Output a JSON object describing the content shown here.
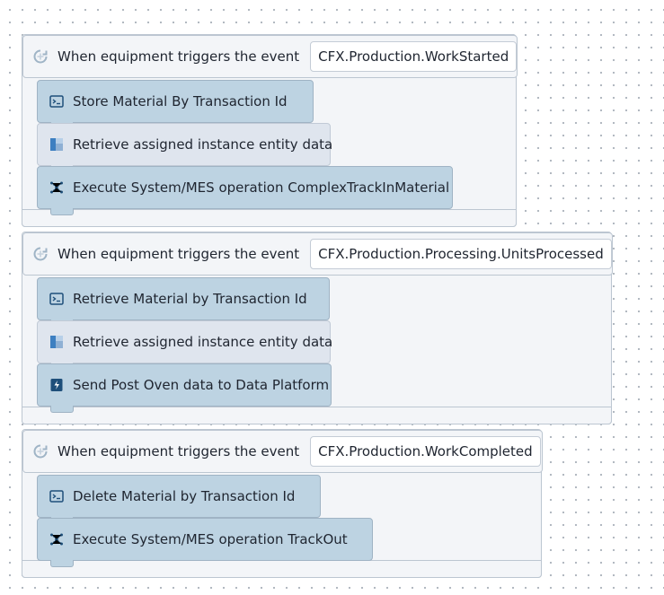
{
  "event_prefix": "When equipment triggers the event",
  "blocks": [
    {
      "event": "CFX.Production.WorkStarted",
      "steps": [
        {
          "label": "Store Material By Transaction Id",
          "icon": "terminal-icon"
        },
        {
          "label": "Retrieve assigned instance entity data",
          "icon": "entity-icon"
        },
        {
          "label": "Execute System/MES operation ComplexTrackInMaterial",
          "icon": "network-icon"
        }
      ]
    },
    {
      "event": "CFX.Production.Processing.UnitsProcessed",
      "steps": [
        {
          "label": "Retrieve Material by Transaction Id",
          "icon": "terminal-icon"
        },
        {
          "label": "Retrieve assigned instance entity data",
          "icon": "entity-icon"
        },
        {
          "label": "Send Post Oven data to Data Platform",
          "icon": "data-platform-icon"
        }
      ]
    },
    {
      "event": "CFX.Production.WorkCompleted",
      "steps": [
        {
          "label": "Delete Material by Transaction Id",
          "icon": "terminal-icon"
        },
        {
          "label": "Execute System/MES operation TrackOut",
          "icon": "network-icon"
        }
      ]
    }
  ],
  "colors": {
    "step_blue": "#bdd3e2",
    "step_light": "#dfe5ee",
    "block_bg": "#f3f5f8",
    "border": "#bcc6d1"
  }
}
